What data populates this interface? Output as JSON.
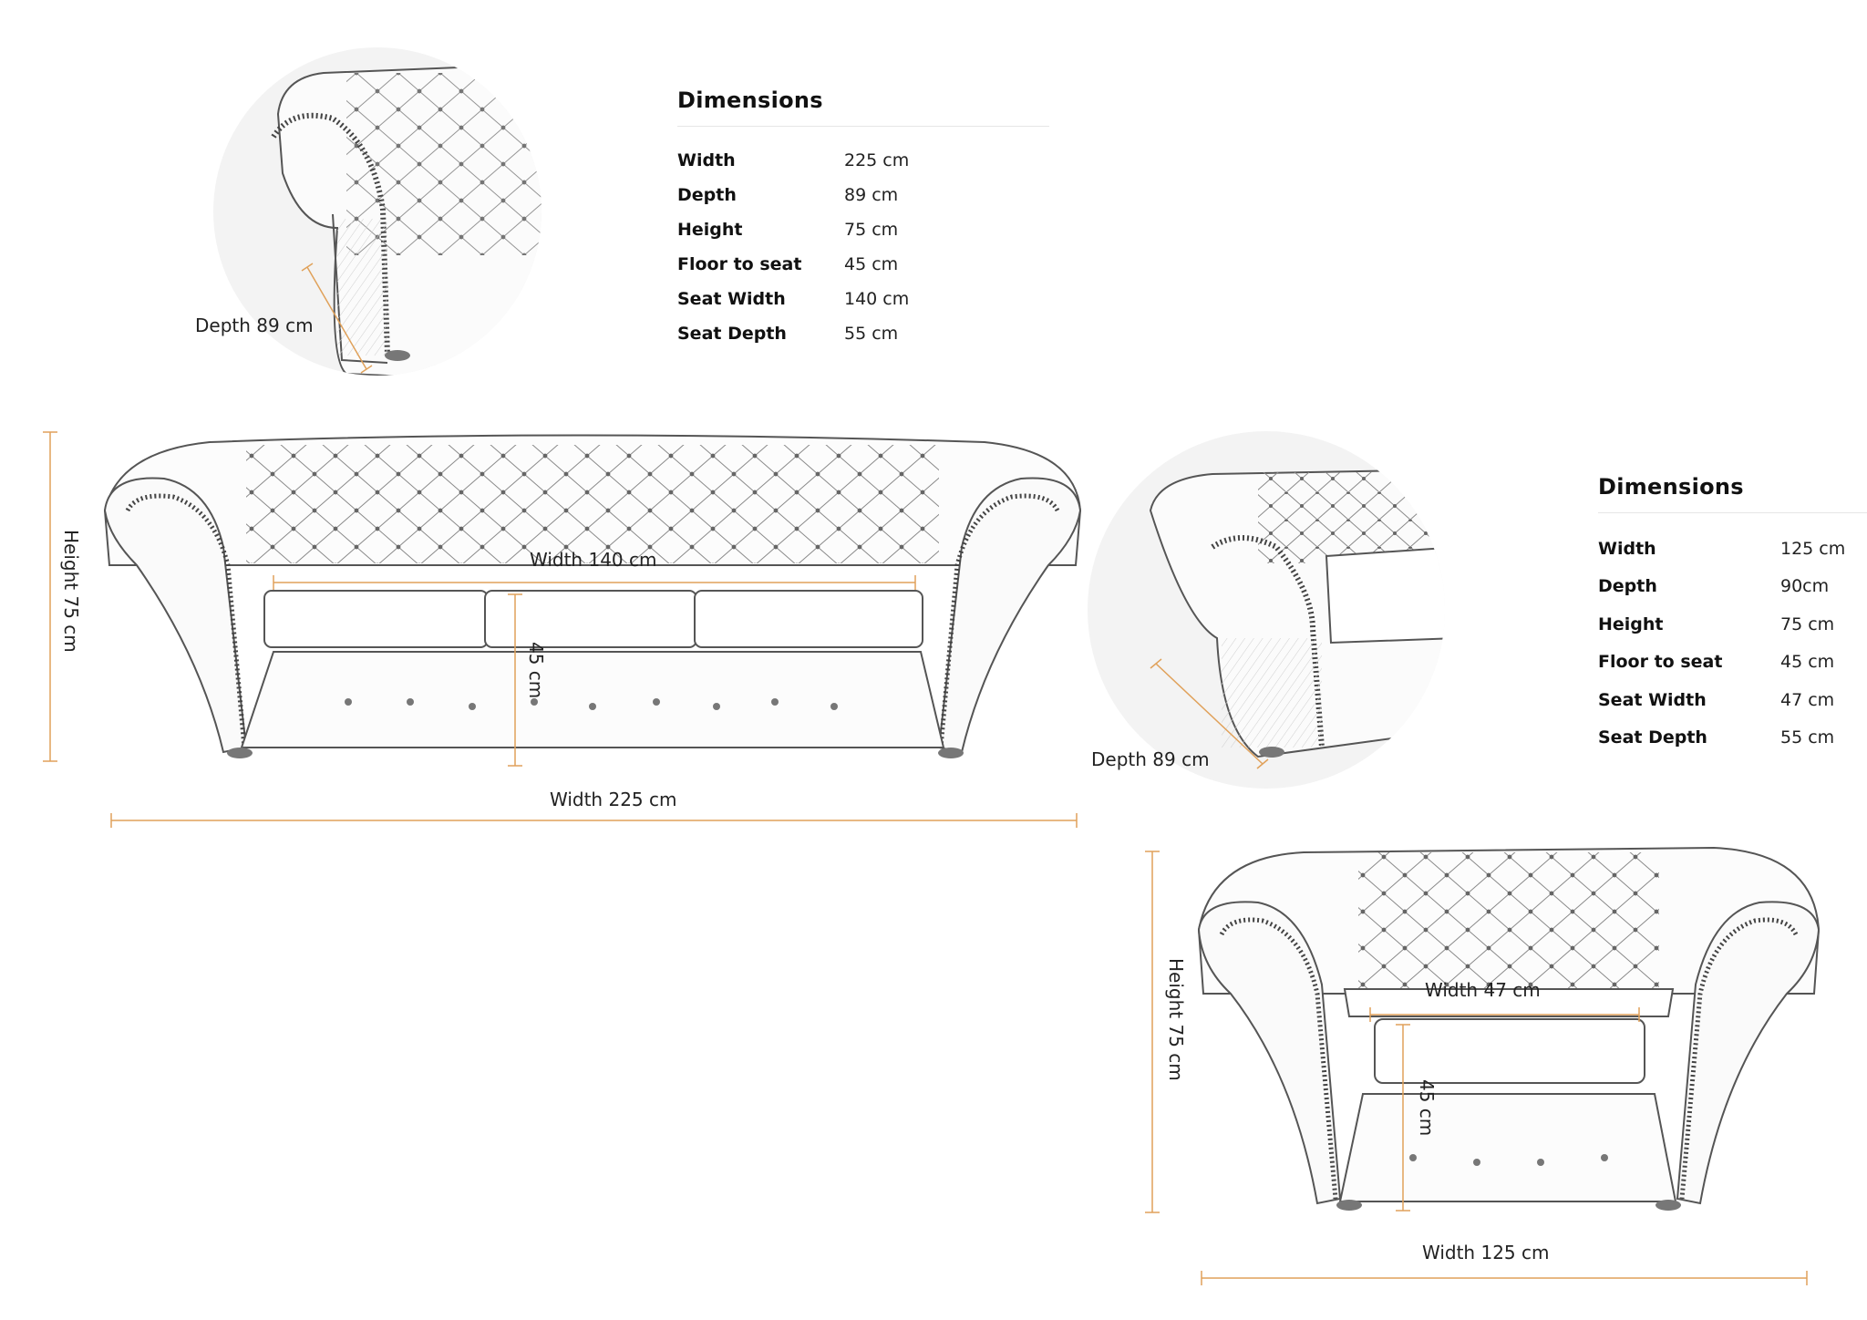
{
  "colors": {
    "accent": "#e0a15a",
    "sketch": "#555555",
    "circle_bg": "#f3f3f3"
  },
  "sofa": {
    "spec": {
      "title": "Dimensions",
      "rows": [
        {
          "key": "Width",
          "value": "225 cm"
        },
        {
          "key": "Depth",
          "value": "89 cm"
        },
        {
          "key": "Height",
          "value": "75 cm"
        },
        {
          "key": "Floor to seat",
          "value": "45 cm"
        },
        {
          "key": "Seat Width",
          "value": "140 cm"
        },
        {
          "key": "Seat Depth",
          "value": "55 cm"
        }
      ]
    },
    "labels": {
      "depth": "Depth 89 cm",
      "height": "Height 75 cm",
      "seat_width": "Width 140 cm",
      "seat_height": "45 cm",
      "width": "Width 225 cm"
    }
  },
  "chair": {
    "spec": {
      "title": "Dimensions",
      "rows": [
        {
          "key": "Width",
          "value": "125 cm"
        },
        {
          "key": "Depth",
          "value": "90cm"
        },
        {
          "key": "Height",
          "value": "75 cm"
        },
        {
          "key": "Floor to seat",
          "value": "45 cm"
        },
        {
          "key": "Seat Width",
          "value": "47 cm"
        },
        {
          "key": "Seat Depth",
          "value": "55 cm"
        }
      ]
    },
    "labels": {
      "depth": "Depth 89 cm",
      "height": "Height 75 cm",
      "seat_width": "Width 47 cm",
      "seat_height": "45 cm",
      "width": "Width 125 cm"
    }
  }
}
